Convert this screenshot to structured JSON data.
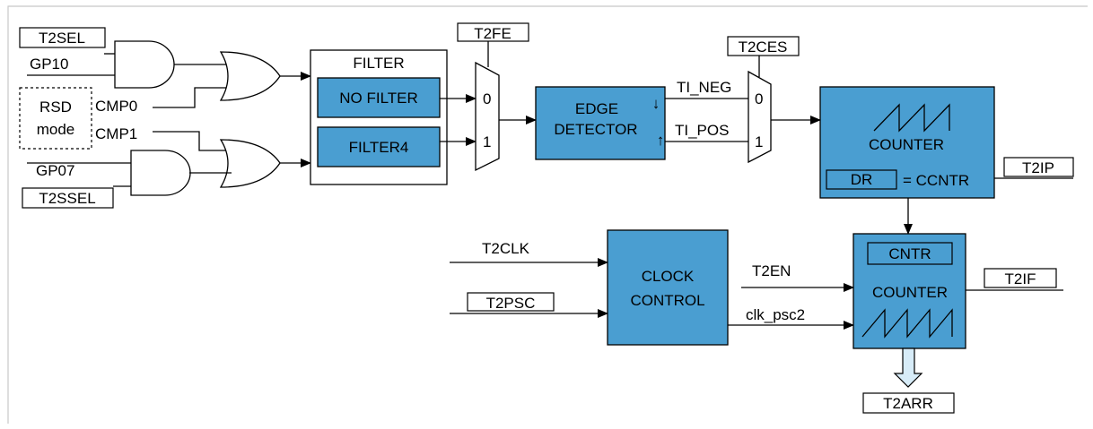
{
  "signals": {
    "t2sel": "T2SEL",
    "gp10": "GP10",
    "gp07": "GP07",
    "t2ssel": "T2SSEL",
    "cmp0": "CMP0",
    "cmp1": "CMP1",
    "t2fe": "T2FE",
    "t2ces": "T2CES",
    "ti_neg": "TI_NEG",
    "ti_pos": "TI_POS",
    "t2ip": "T2IP",
    "t2clk": "T2CLK",
    "t2psc": "T2PSC",
    "t2en": "T2EN",
    "clk_psc2": "clk_psc2",
    "t2if": "T2IF",
    "t2arr": "T2ARR"
  },
  "rsd_box": {
    "line1": "RSD",
    "line2": "mode"
  },
  "filter": {
    "title": "FILTER",
    "no_filter": "NO FILTER",
    "filter4": "FILTER4"
  },
  "mux_fe": {
    "in0": "0",
    "in1": "1"
  },
  "mux_ces": {
    "in0": "0",
    "in1": "1"
  },
  "edge_detector": {
    "line1": "EDGE",
    "line2": "DETECTOR",
    "down_arrow": "↓",
    "up_arrow": "↑"
  },
  "capture_counter": {
    "title": "COUNTER",
    "dr": "DR",
    "equals": "= CCNTR"
  },
  "clock_control": {
    "line1": "CLOCK",
    "line2": "CONTROL"
  },
  "main_counter": {
    "cntr": "CNTR",
    "title": "COUNTER"
  },
  "colors": {
    "block_fill": "#4a9ed1",
    "frame": "#c8c8c8",
    "arrow_fill": "#d7ecf8"
  }
}
